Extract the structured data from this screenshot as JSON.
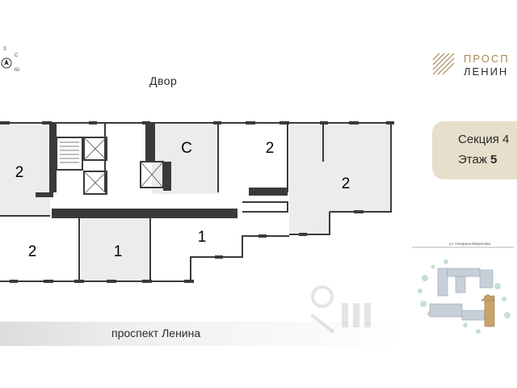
{
  "compass": {
    "letters": [
      "З",
      "Ю",
      "С"
    ]
  },
  "plan": {
    "yard_label": "Двор",
    "street_label": "проспект Ленина",
    "units": [
      "2",
      "C",
      "2",
      "2",
      "2",
      "1",
      "1"
    ]
  },
  "logo": {
    "line1": "ПРОСП",
    "line2": "ЛЕНИН"
  },
  "badge": {
    "section": "Секция 4",
    "floor_prefix": "Этаж",
    "floor_value": "5"
  },
  "minimap": {
    "street": "ул. Генерала Маргелова"
  },
  "colors": {
    "wall": "#3a3a3a",
    "room_fill": "#ececec",
    "highlight": "#e7dfcb",
    "gold": "#a58a52",
    "building": "#c7cfd8",
    "current_section": "#c9a36a",
    "greenery": "#b9d8c3"
  }
}
